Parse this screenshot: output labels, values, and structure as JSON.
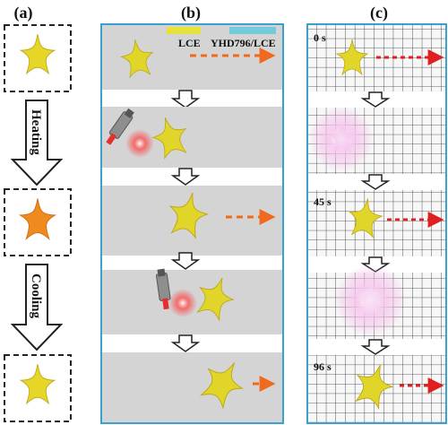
{
  "panel_a": {
    "label": "(a)",
    "step1": "Heating",
    "step2": "Cooling",
    "colors": {
      "star": "#e7d528",
      "star_hot": "#ee8a1e",
      "arrow_fill": "#ffffff",
      "box_border": "#222222"
    }
  },
  "panel_b": {
    "label": "(b)",
    "legend": [
      {
        "text": "LCE",
        "color": "#e6e23a"
      },
      {
        "text": "YHD796/LCE",
        "color": "#73cbd9"
      }
    ],
    "colors": {
      "frame": "#3aa0cc",
      "band": "#d4d4d4",
      "gap": "#ffffff",
      "arrow": "#ef6a1d",
      "laser": "#e23030"
    }
  },
  "panel_c": {
    "label": "(c)",
    "times": [
      "0 s",
      "45 s",
      "96 s"
    ],
    "colors": {
      "frame": "#3aa0cc",
      "grid_line": "#2d2d2d",
      "arrow": "#e02020",
      "glow": "#f5b6ea"
    }
  },
  "icons": [
    "star-icon",
    "down-arrow-icon",
    "dashed-arrow-icon",
    "laser-pen-icon",
    "glow-icon"
  ]
}
